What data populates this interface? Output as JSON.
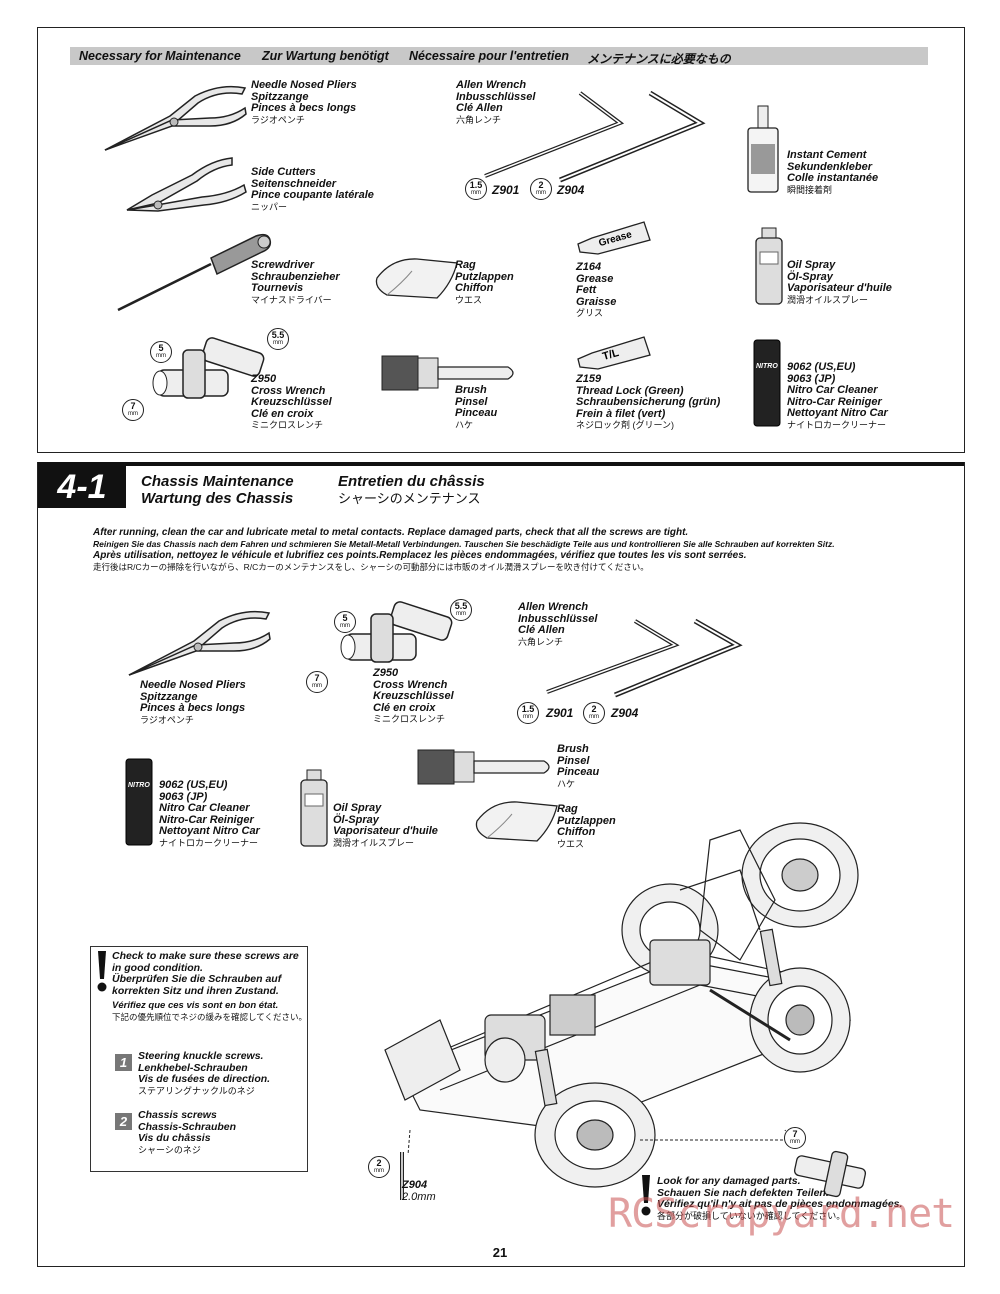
{
  "maintenance": {
    "header": {
      "en": "Necessary for Maintenance",
      "de": "Zur Wartung benötigt",
      "fr": "Nécessaire pour l'entretien",
      "jp": "メンテナンスに必要なもの"
    },
    "needle_pliers": [
      "Needle Nosed Pliers",
      "Spitzzange",
      "Pinces à becs longs",
      "ラジオペンチ"
    ],
    "side_cutters": [
      "Side Cutters",
      "Seitenschneider",
      "Pince coupante latérale",
      "ニッパー"
    ],
    "screwdriver": [
      "Screwdriver",
      "Schraubenzieher",
      "Tournevis",
      "マイナスドライバー"
    ],
    "cross_wrench": {
      "code": "Z950",
      "lines": [
        "Cross Wrench",
        "Kreuzschlüssel",
        "Clé en croix",
        "ミニクロスレンチ"
      ],
      "sizes": [
        {
          "v": "5",
          "u": "mm"
        },
        {
          "v": "5.5",
          "u": "mm"
        },
        {
          "v": "7",
          "u": "mm"
        }
      ]
    },
    "allen": {
      "lines": [
        "Allen Wrench",
        "Inbusschlüssel",
        "Clé Allen",
        "六角レンチ"
      ],
      "size1": {
        "v": "1.5",
        "u": "mm"
      },
      "code1": "Z901",
      "size2": {
        "v": "2",
        "u": "mm"
      },
      "code2": "Z904"
    },
    "rag": [
      "Rag",
      "Putzlappen",
      "Chiffon",
      "ウエス"
    ],
    "brush": [
      "Brush",
      "Pinsel",
      "Pinceau",
      "ハケ"
    ],
    "grease": {
      "code": "Z164",
      "lines": [
        "Grease",
        "Fett",
        "Graisse",
        "グリス"
      ],
      "tube_label": "Grease"
    },
    "thread_lock": {
      "code": "Z159",
      "lines": [
        "Thread Lock (Green)",
        "Schraubensicherung (grün)",
        "Frein à filet (vert)",
        "ネジロック剤 (グリーン)"
      ],
      "tube_label": "T/L"
    },
    "instant_cement": [
      "Instant Cement",
      "Sekundenkleber",
      "Colle instantanée",
      "瞬間接着剤"
    ],
    "oil_spray": [
      "Oil Spray",
      "Öl-Spray",
      "Vaporisateur d'huile",
      "潤滑オイルスプレー"
    ],
    "nitro_cleaner": {
      "code1": "9062 (US,EU)",
      "code2": "9063 (JP)",
      "lines": [
        "Nitro Car Cleaner",
        "Nitro-Car Reiniger",
        "Nettoyant Nitro Car",
        "ナイトロカークリーナー"
      ],
      "can_label": "NITRO"
    }
  },
  "section": {
    "tag": "4-1",
    "title_en": "Chassis Maintenance",
    "title_de": "Wartung des Chassis",
    "title_fr": "Entretien du châssis",
    "title_jp": "シャーシのメンテナンス",
    "instructions": [
      "After running, clean the car and lubricate metal to metal contacts. Replace damaged parts, check that all the screws are tight.",
      "Reinigen Sie das Chassis nach dem Fahren und schmieren Sie Metall-Metall Verbindungen. Tauschen Sie beschädigte Teile aus und kontrollieren Sie alle Schrauben auf korrekten Sitz.",
      "Après utilisation, nettoyez le véhicule et lubrifiez ces points.Remplacez les pièces endommagées, vérifiez que toutes les vis sont serrées.",
      "走行後はR/Cカーの掃除を行いながら、R/Cカーのメンテナンスをし、シャーシの可動部分には市販のオイル潤滑スプレーを吹き付けてください。"
    ],
    "check_box": {
      "lines": [
        "Check to make sure these screws are in good condition.",
        "Überprüfen Sie die Schrauben auf korrekten Sitz und ihren Zustand.",
        "Vérifiez que ces vis sont en bon état.",
        "下記の優先順位でネジの緩みを確認してください。"
      ],
      "items": [
        {
          "n": "1",
          "lines": [
            "Steering knuckle screws.",
            "Lenkhebel-Schrauben",
            "Vis de fusées de direction.",
            "ステアリングナックルのネジ"
          ]
        },
        {
          "n": "2",
          "lines": [
            "Chassis screws",
            "Chassis-Schrauben",
            "Vis du châssis",
            "シャーシのネジ"
          ]
        }
      ]
    },
    "damage_note": [
      "Look for any damaged parts.",
      "Schauen Sie nach defekten Teilen.",
      "Vérifiez qu'il n'y ait pas de pièces endommagées.",
      "各部分が破損していないか確認してください。"
    ],
    "z904_note": {
      "size": "2",
      "unit": "mm",
      "code": "Z904",
      "dim": "2.0mm"
    },
    "wrench7": {
      "v": "7",
      "u": "mm"
    }
  },
  "page_number": "21",
  "watermark": "RCScrapyard.net"
}
